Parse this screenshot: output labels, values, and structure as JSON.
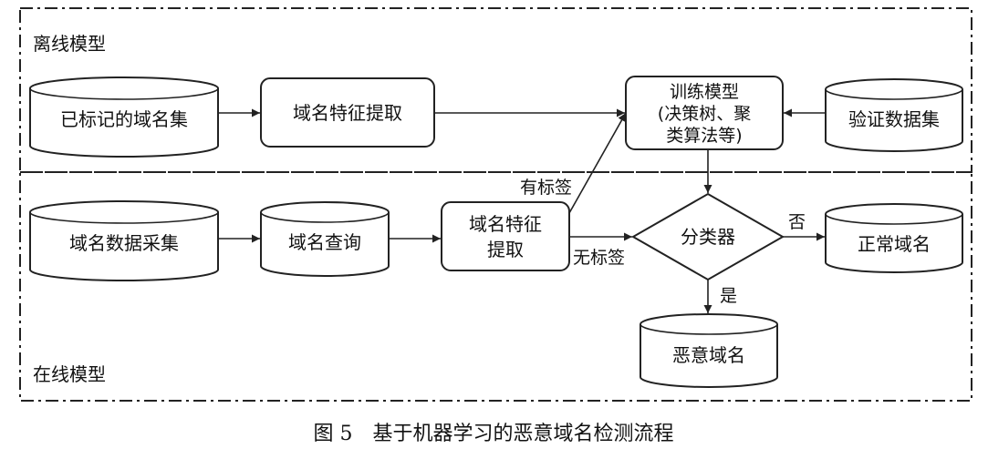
{
  "regions": {
    "offline_label": "离线模型",
    "online_label": "在线模型"
  },
  "nodes": {
    "labeled_set": "已标记的域名集",
    "offline_extract": "域名特征提取",
    "train_line1": "训练模型",
    "train_line2": "(决策树、聚",
    "train_line3": "类算法等)",
    "validation_set": "验证数据集",
    "data_collection": "域名数据采集",
    "domain_query": "域名查询",
    "online_extract_line1": "域名特征",
    "online_extract_line2": "提取",
    "classifier": "分类器",
    "normal_domain": "正常域名",
    "malicious_domain": "恶意域名"
  },
  "edges": {
    "labeled": "有标签",
    "unlabeled": "无标签",
    "no": "否",
    "yes": "是"
  },
  "caption": "图 5　基于机器学习的恶意域名检测流程"
}
